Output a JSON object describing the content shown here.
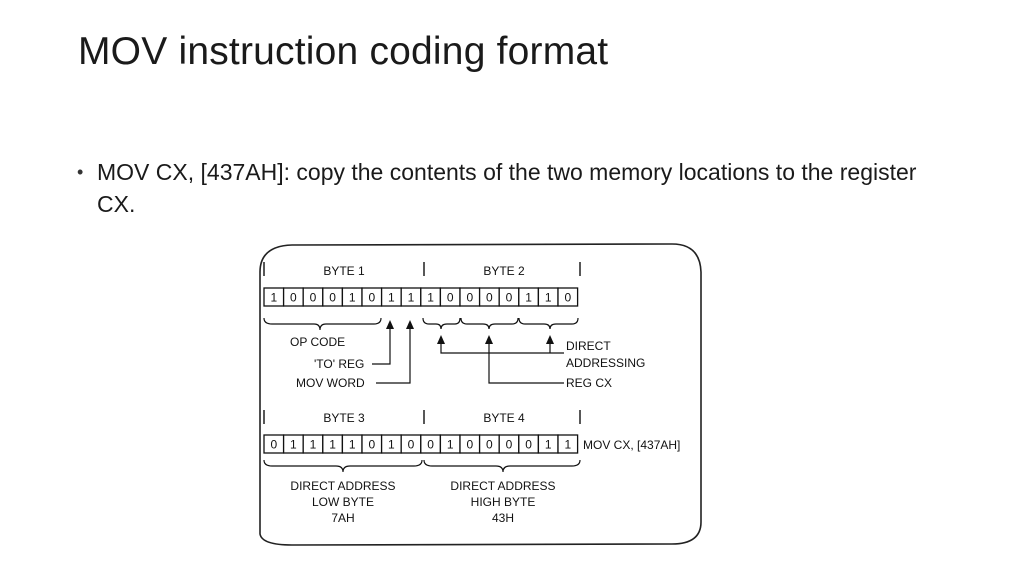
{
  "slide": {
    "title": "MOV instruction coding format",
    "bullet": "MOV CX, [437AH]: copy the contents of the two memory locations to the register CX."
  },
  "diagram": {
    "top_row": {
      "byte_labels": [
        "BYTE 1",
        "BYTE 2"
      ],
      "bits": [
        "1",
        "0",
        "0",
        "0",
        "1",
        "0",
        "1",
        "1",
        "1",
        "0",
        "0",
        "0",
        "0",
        "1",
        "1",
        "0"
      ],
      "annotations": {
        "opcode": "OP CODE",
        "to_reg": "'TO' REG",
        "mov_word": "MOV WORD",
        "direct": "DIRECT",
        "addressing": "ADDRESSING",
        "reg_cx": "REG CX"
      }
    },
    "bottom_row": {
      "byte_labels": [
        "BYTE 3",
        "BYTE 4"
      ],
      "bits": [
        "0",
        "1",
        "1",
        "1",
        "1",
        "0",
        "1",
        "0",
        "0",
        "1",
        "0",
        "0",
        "0",
        "0",
        "1",
        "1"
      ],
      "instruction": "MOV CX, [437AH]",
      "low_group": [
        "DIRECT ADDRESS",
        "LOW BYTE",
        "7AH"
      ],
      "high_group": [
        "DIRECT ADDRESS",
        "HIGH BYTE",
        "43H"
      ]
    }
  }
}
